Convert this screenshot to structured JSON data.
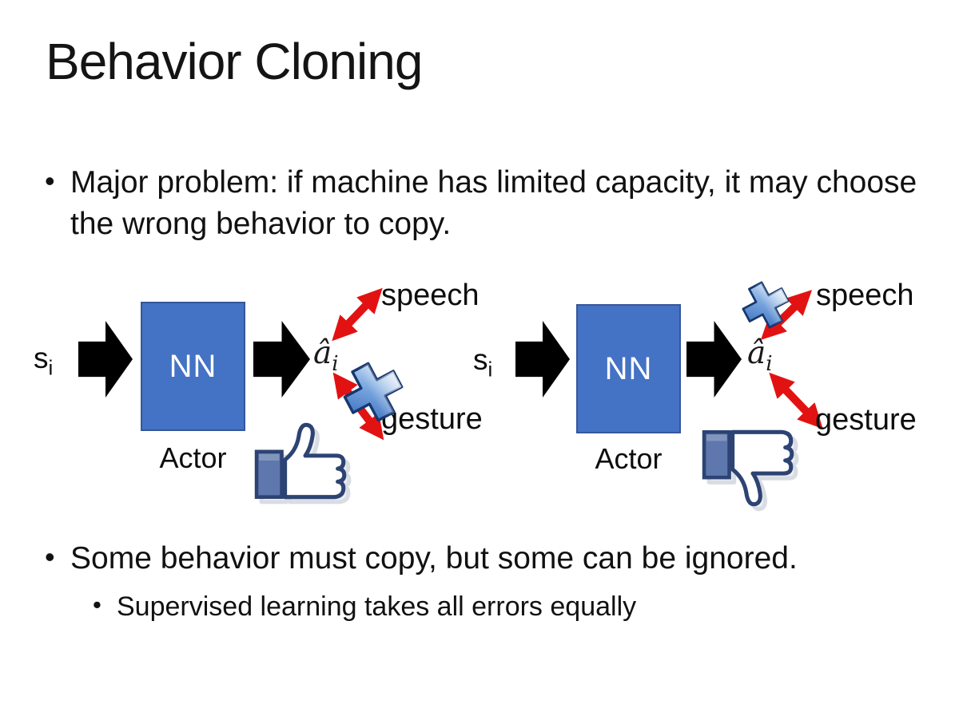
{
  "slide": {
    "title": "Behavior Cloning",
    "bullet_char": "•",
    "bullet_main_1": "Major problem: if machine has limited capacity, it may choose the wrong behavior to copy.",
    "bullet_main_2": "Some behavior must copy, but some can be ignored.",
    "bullet_sub_2": "Supervised learning takes all errors equally"
  },
  "diagram_left": {
    "input_label": "s",
    "input_subscript": "i",
    "nn_label": "NN",
    "caption": "Actor",
    "output_label": "â",
    "output_subscript": "i",
    "branch_top_label": "speech",
    "branch_bottom_label": "gesture",
    "crossed_out_branch": "gesture",
    "feedback_icon": "thumbs-up"
  },
  "diagram_right": {
    "input_label": "s",
    "input_subscript": "i",
    "nn_label": "NN",
    "caption": "Actor",
    "output_label": "â",
    "output_subscript": "i",
    "branch_top_label": "speech",
    "branch_bottom_label": "gesture",
    "crossed_out_branch": "speech",
    "feedback_icon": "thumbs-down"
  },
  "colors": {
    "background": "#FFFFFF",
    "text": "#111111",
    "nn_box_fill": "#4472C4",
    "nn_box_border": "#35579A",
    "black_arrow": "#000000",
    "red_arrow": "#E31212",
    "cross_blue_light": "#DCECFC",
    "cross_blue_dark": "#2F66B8",
    "cross_outline": "#16376E",
    "icon_outline_navy": "#2D4373",
    "icon_cuff_fill": "#5E77AD",
    "icon_shadow": "#D8DCE3"
  }
}
